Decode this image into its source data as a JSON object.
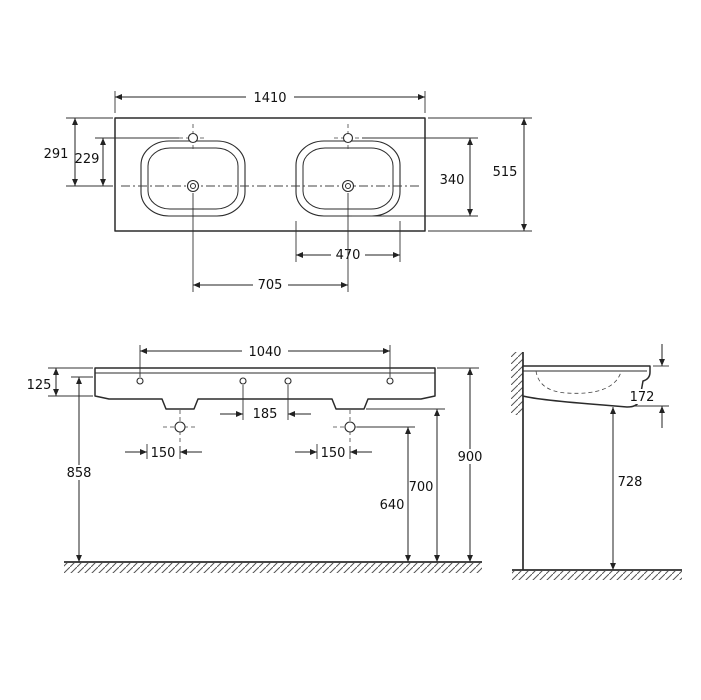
{
  "top_view": {
    "overall_width": "1410",
    "overall_depth": "515",
    "front_to_bowl_center": "291",
    "tap_to_bowl_center": "229",
    "bowl_inner_depth": "340",
    "bowl_inner_width": "470",
    "bowl_center_distance": "705"
  },
  "front_view": {
    "fixing_hole_span": "1040",
    "front_edge_height": "125",
    "center_hole_span": "185",
    "left_hole_offset": "150",
    "right_hole_offset": "150",
    "floor_to_underside": "858",
    "floor_to_fixing_holes": "640",
    "floor_to_recess": "700",
    "floor_to_top": "900"
  },
  "side_view": {
    "front_apron_height": "172",
    "floor_to_front_underside": "728"
  }
}
